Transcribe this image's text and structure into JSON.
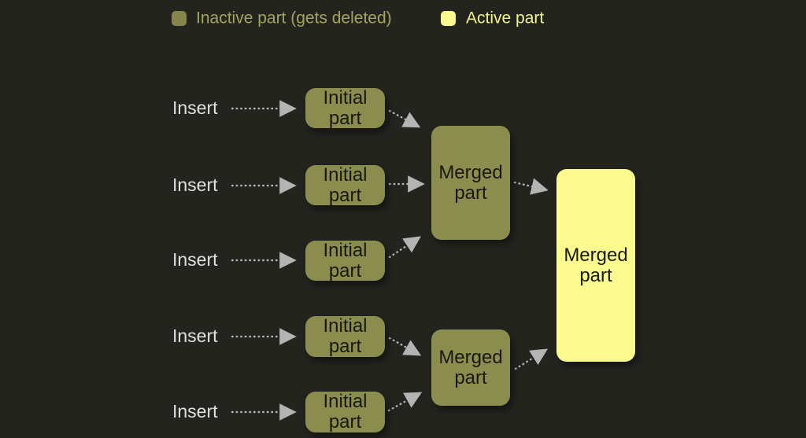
{
  "colors": {
    "background": "#23241e",
    "inactive_fill": "#8b8d4e",
    "active_fill": "#fafa8e",
    "inactive_legend_text": "#a3a55e",
    "active_legend_text": "#f1f287",
    "insert_text": "#e0e0e0",
    "node_text": "#18180f",
    "arrow": "#b4b4b4"
  },
  "legend": {
    "inactive_label": "Inactive part (gets deleted)",
    "active_label": "Active part"
  },
  "insert_labels": [
    "Insert",
    "Insert",
    "Insert",
    "Insert",
    "Insert"
  ],
  "nodes": {
    "initial": [
      "Initial\npart",
      "Initial\npart",
      "Initial\npart",
      "Initial\npart",
      "Initial\npart"
    ],
    "merged_top": "Merged\npart",
    "merged_bottom": "Merged\npart",
    "merged_active": "Merged\npart"
  }
}
